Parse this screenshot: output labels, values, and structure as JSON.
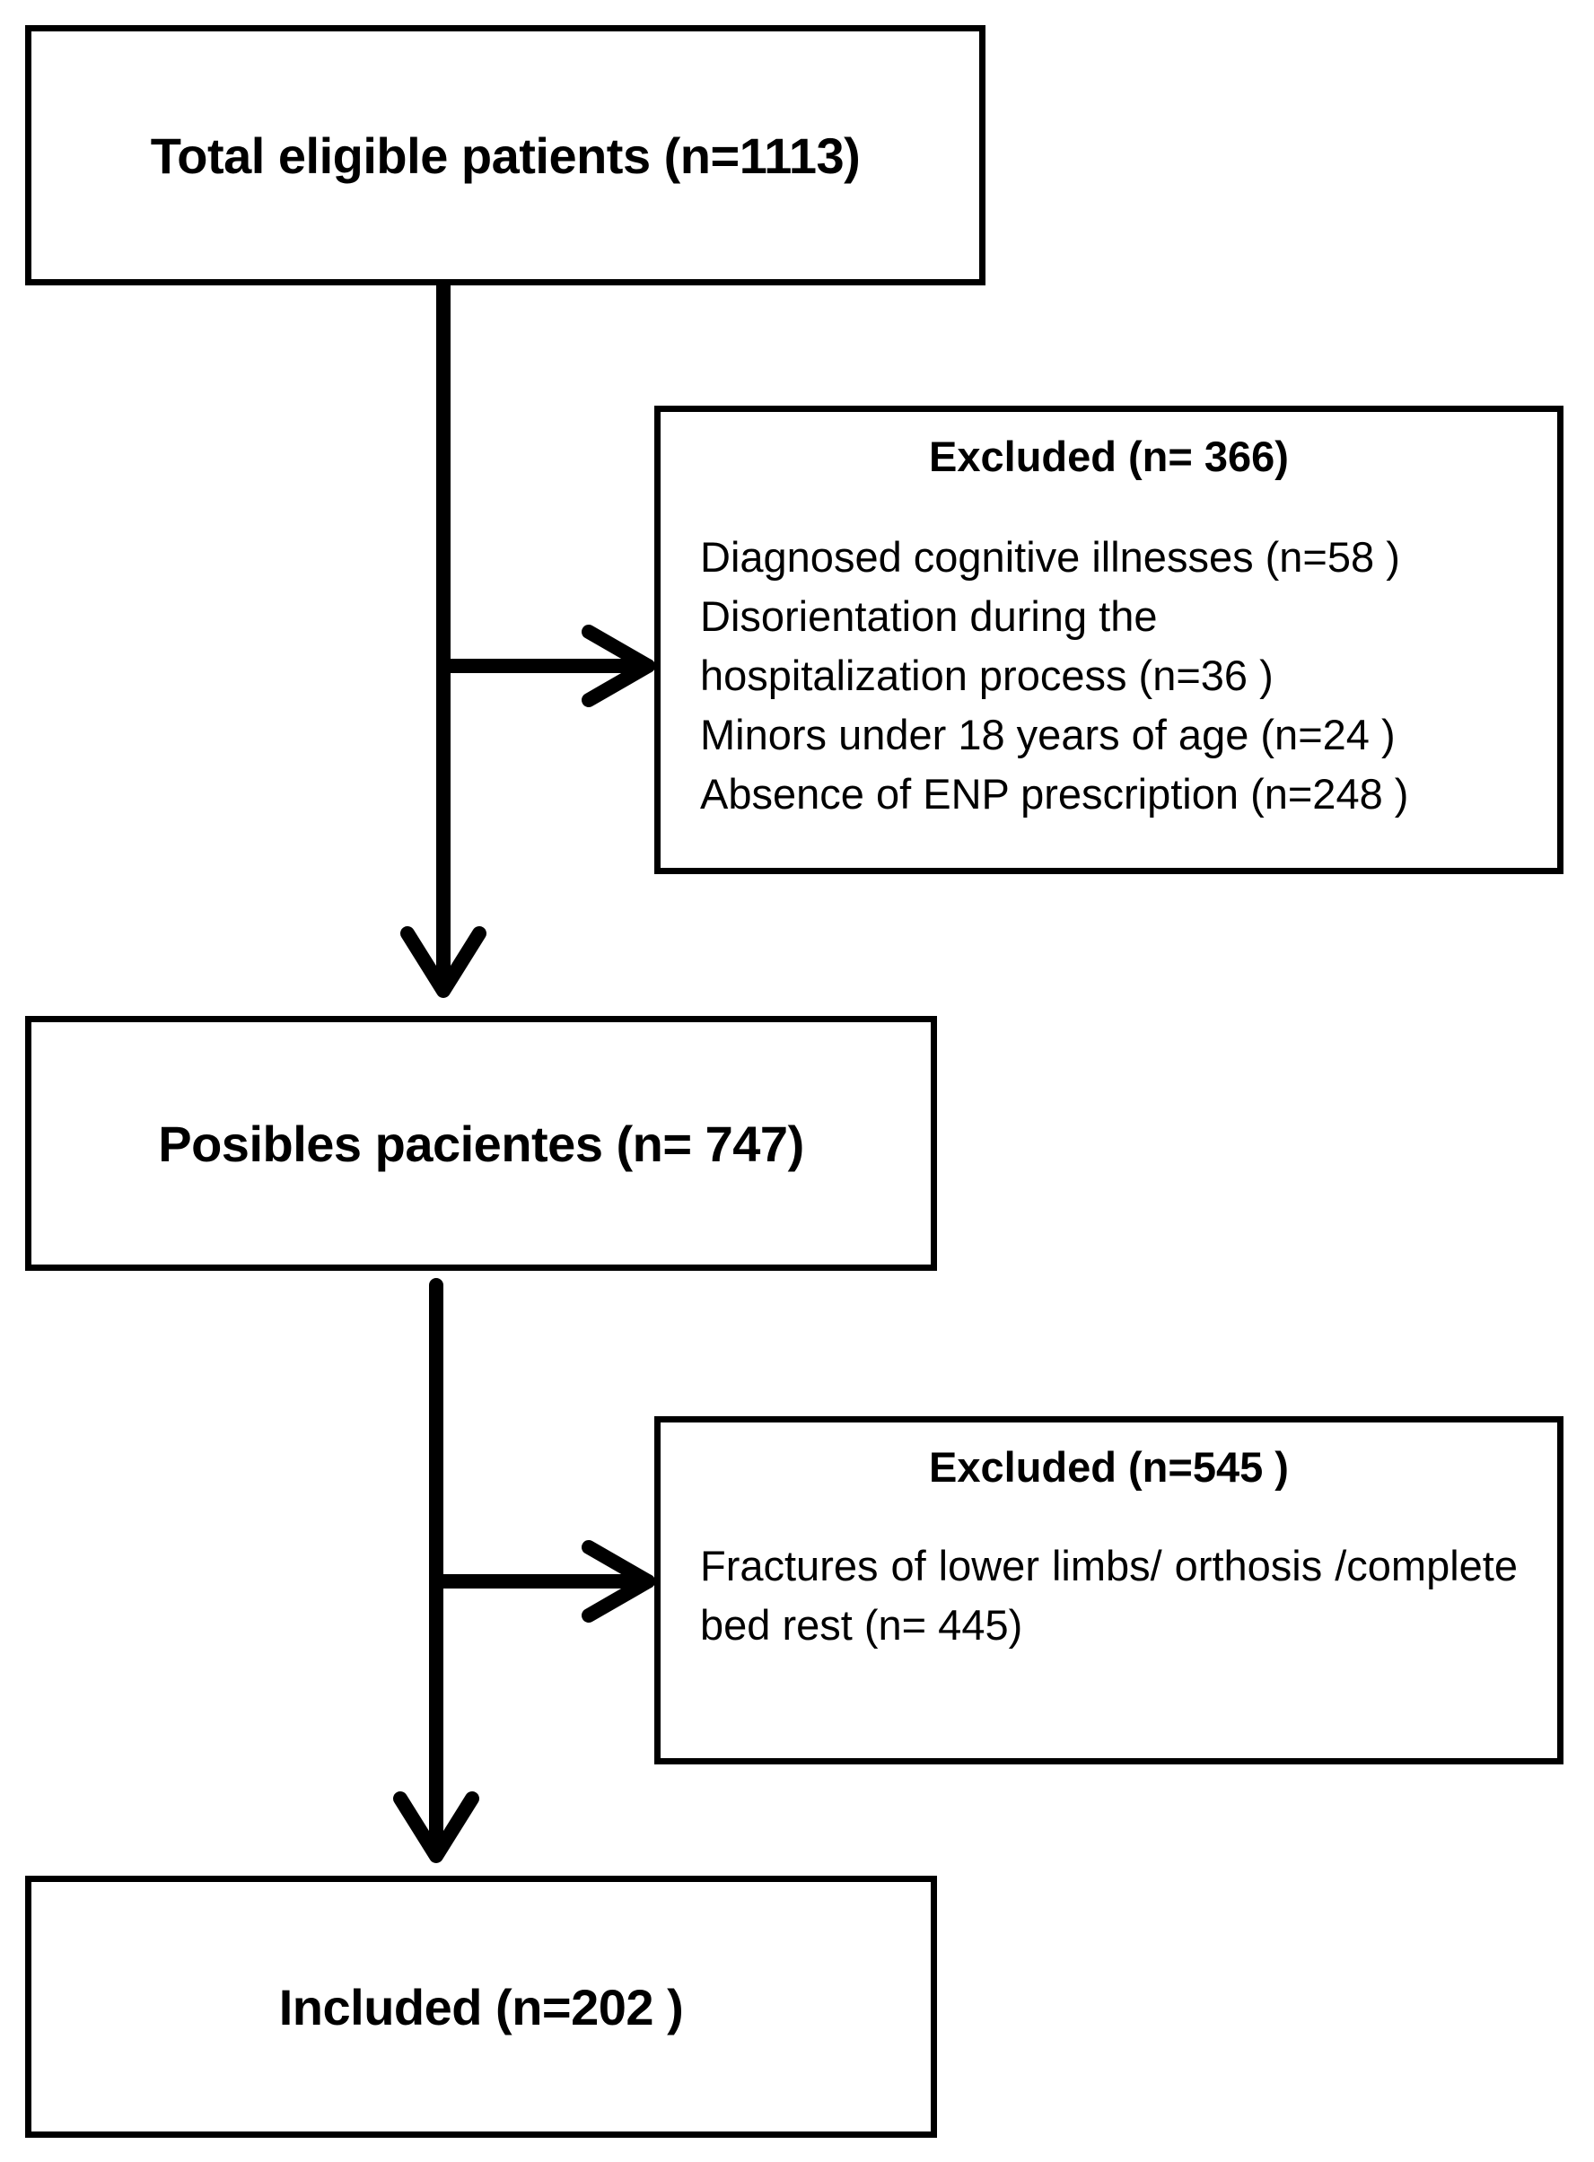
{
  "total_box": {
    "label": "Total eligible patients (n=1113)"
  },
  "excluded_1": {
    "title": "Excluded (n= 366)",
    "lines": [
      "Diagnosed cognitive illnesses (n=58 )",
      "Disorientation during the",
      "hospitalization process (n=36 )",
      "Minors under 18 years of age (n=24 )",
      "Absence of ENP prescription (n=248 )"
    ]
  },
  "possible_box": {
    "label": "Posibles pacientes (n= 747)"
  },
  "excluded_2": {
    "title": "Excluded (n=545 )",
    "text": "Fractures of lower limbs/ orthosis /complete bed rest (n= 445)"
  },
  "included_box": {
    "label": "Included (n=202 )"
  }
}
